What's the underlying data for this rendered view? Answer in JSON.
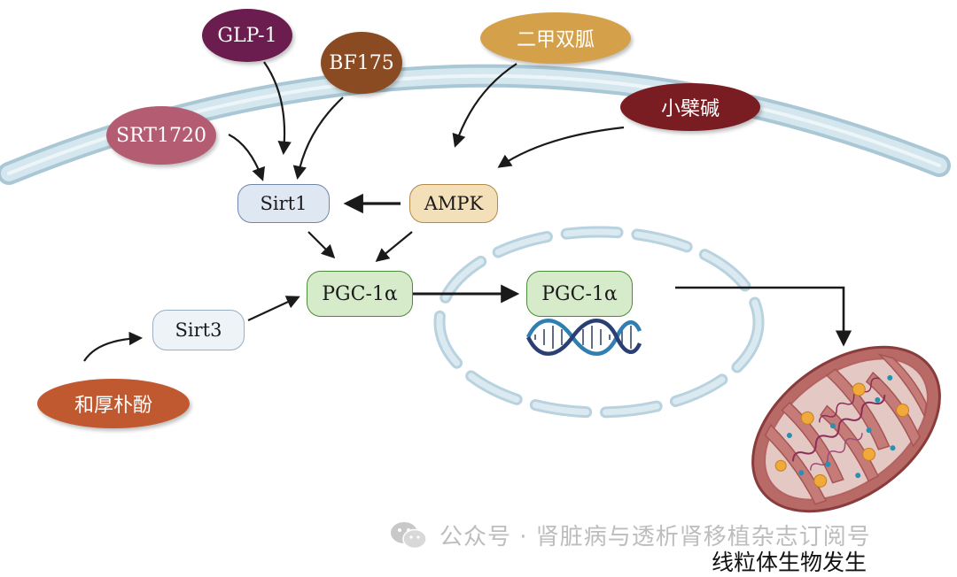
{
  "nodes": {
    "glp1": "GLP-1",
    "bf175": "BF175",
    "srt1720": "SRT1720",
    "metformin": "二甲双胍",
    "berberine": "小檗碱",
    "sirt1": "Sirt1",
    "ampk": "AMPK",
    "pgc1a": "PGC-1α",
    "pgc1a_nucleus": "PGC-1α",
    "sirt3": "Sirt3",
    "honokiol": "和厚朴酚"
  },
  "caption": "线粒体生物发生",
  "watermark": "公众号 · 肾脏病与透析肾移植杂志订阅号",
  "colors": {
    "glp1": "#6b1d4f",
    "bf175": "#8a4a22",
    "srt1720": "#b35c72",
    "metformin": "#d4a04a",
    "berberine": "#7a1d22",
    "honokiol": "#c0592f",
    "membrane": "#c9dfe8",
    "sirt1_fill": "#dfe7f3",
    "ampk_fill": "#f3dfb8",
    "pgc_fill": "#d6ebc9",
    "sirt3_fill": "#eef3f8"
  }
}
